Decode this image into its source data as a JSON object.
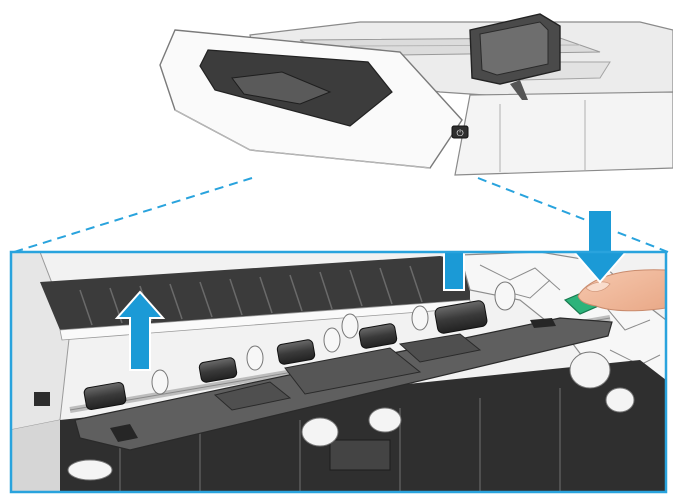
{
  "figure": {
    "kind": "printer-jam-clearance-illustration",
    "steps": [
      {
        "action": "press",
        "direction": "down",
        "target": "green-release-tab"
      },
      {
        "action": "lift",
        "direction": "up",
        "target": "paper-guide-right"
      },
      {
        "action": "lift",
        "direction": "up",
        "target": "paper-guide-left"
      }
    ],
    "printer": {
      "power_icon": "power-icon",
      "display_icon": "touchscreen-panel"
    },
    "colors": {
      "frame": "#29a3dd",
      "arrow": "#1b9ad6",
      "release_tab": "#2db37a",
      "skin": "#f2b99c",
      "plastic_dark": "#3a3a3a",
      "plastic_light": "#f0f0f0"
    }
  }
}
